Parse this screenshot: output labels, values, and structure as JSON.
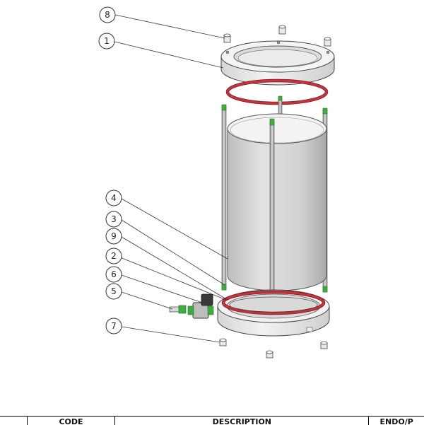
{
  "callouts": [
    {
      "number": "8",
      "part": "nut"
    },
    {
      "number": "1",
      "part": "top-flange"
    },
    {
      "number": "4",
      "part": "cylinder"
    },
    {
      "number": "3",
      "part": "tie-rod"
    },
    {
      "number": "9",
      "part": "gasket-ring"
    },
    {
      "number": "2",
      "part": "o-ring"
    },
    {
      "number": "6",
      "part": "ball-valve"
    },
    {
      "number": "5",
      "part": "hose-fitting"
    },
    {
      "number": "7",
      "part": "bottom-nut"
    }
  ],
  "table_header": {
    "col_code_label": "CODE",
    "col_description_label": "DESCRIPTION",
    "col_last_label": "ENDO/P"
  },
  "colors": {
    "gasket": "#c8323a",
    "rod_tip": "#3fae3f",
    "flange": "#e6e6e6",
    "cylinder": "#d2d2d2"
  }
}
